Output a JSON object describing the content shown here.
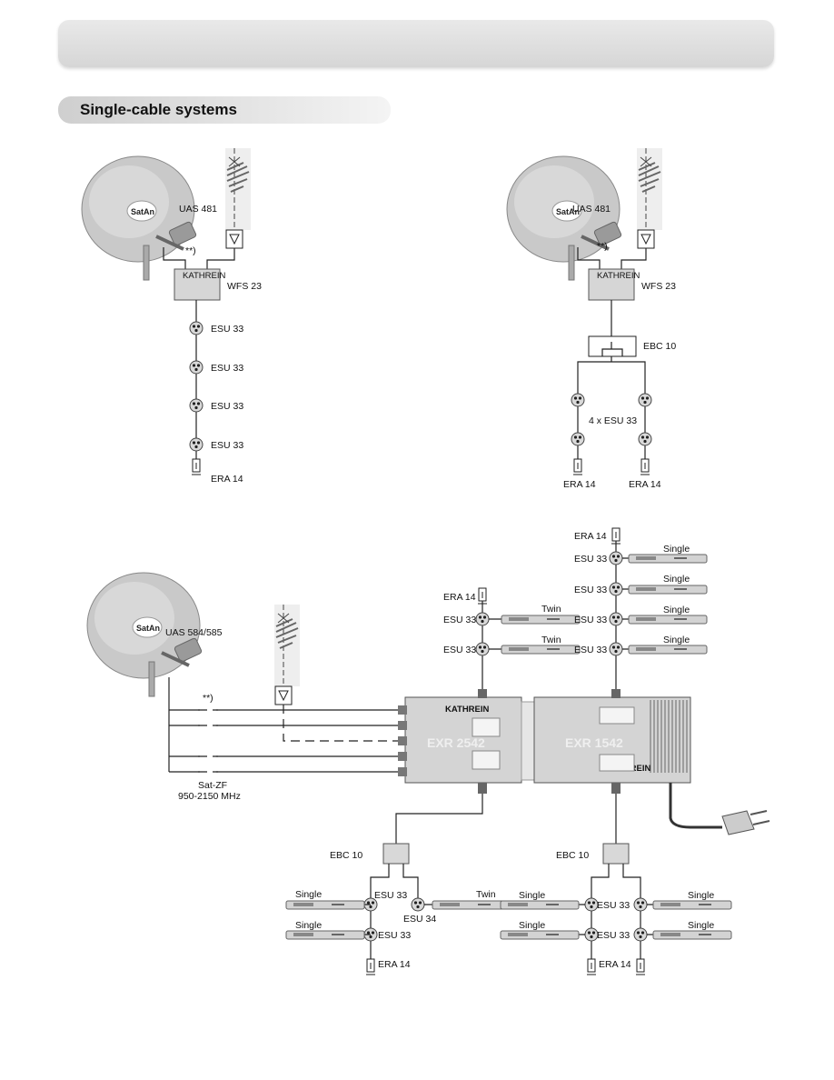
{
  "section": {
    "title": "Single-cable systems"
  },
  "diagram1": {
    "dish": "UAS 481",
    "note": "**)",
    "switch": "WFS 23",
    "outlets": [
      "ESU 33",
      "ESU 33",
      "ESU 33",
      "ESU 33"
    ],
    "terminator": "ERA 14"
  },
  "diagram2": {
    "dish": "UAS 481",
    "note": "**)",
    "switch": "WFS 23",
    "splitter": "EBC 10",
    "outlets_label": "4 x ESU 33",
    "terminators": [
      "ERA 14",
      "ERA 14"
    ]
  },
  "diagram3": {
    "dish": "UAS 584/585",
    "note": "**)",
    "satzf_line1": "Sat-ZF",
    "satzf_line2": "950-2150 MHz",
    "multiswitch_left": "EXR 2542",
    "multiswitch_right": "EXR 1542",
    "brand": "KATHREIN",
    "left_top": {
      "terminator": "ERA 14",
      "outlets": [
        "ESU 33",
        "ESU 33"
      ],
      "receivers": [
        "Twin",
        "Twin"
      ]
    },
    "right_top": {
      "terminator": "ERA 14",
      "outlets": [
        "ESU 33",
        "ESU 33",
        "ESU 33",
        "ESU 33"
      ],
      "receivers": [
        "Single",
        "Single",
        "Single",
        "Single"
      ]
    },
    "left_bottom": {
      "splitter": "EBC 10",
      "outlets": [
        "ESU 33",
        "ESU 33"
      ],
      "extra_outlet": "ESU 34",
      "receivers": [
        "Single",
        "Single"
      ],
      "extra_receiver": "Twin",
      "terminator": "ERA 14"
    },
    "right_bottom": {
      "splitter": "EBC 10",
      "outlets": [
        "ESU 33",
        "ESU 33"
      ],
      "receivers_left": [
        "Single",
        "Single"
      ],
      "receivers_right": [
        "Single",
        "Single"
      ],
      "terminator": "ERA 14"
    }
  }
}
